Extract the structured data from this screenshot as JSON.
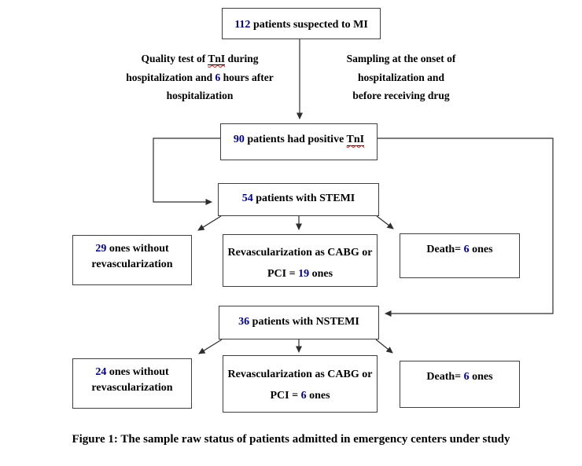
{
  "colors": {
    "number": "#00008B",
    "text": "#000000",
    "border": "#3f3f3f"
  },
  "annotations": {
    "left": {
      "line1_pre": "Quality test of ",
      "line1_tni": "TnI",
      "line1_post": " during",
      "line2_pre": "hospitalization and ",
      "line2_num": "6",
      "line2_post": " hours after",
      "line3": "hospitalization"
    },
    "right": {
      "line1": "Sampling at the onset of",
      "line2": "hospitalization and",
      "line3": "before receiving drug"
    }
  },
  "nodes": {
    "suspected": {
      "number": "112",
      "text": " patients suspected to MI"
    },
    "positive_tni": {
      "number": "90",
      "text": " patients had positive ",
      "tni": "TnI"
    },
    "stemi": {
      "number": "54",
      "text": " patients with STEMI"
    },
    "stemi_no_revasc": {
      "number": "29",
      "line1_rest": " ones without",
      "line2": "revascularization"
    },
    "stemi_revasc": {
      "line1": "Revascularization as CABG or",
      "line2_pre": "PCI = ",
      "number": "19",
      "line2_post": " ones"
    },
    "stemi_death": {
      "pre": "Death= ",
      "number": "6",
      "post": " ones"
    },
    "nstemi": {
      "number": "36",
      "text": " patients with NSTEMI"
    },
    "nstemi_no_revasc": {
      "number": "24",
      "line1_rest": " ones without",
      "line2": "revascularization"
    },
    "nstemi_revasc": {
      "line1": "Revascularization as CABG or",
      "line2_pre": "PCI = ",
      "number": "6",
      "line2_post": " ones"
    },
    "nstemi_death": {
      "pre": "Death= ",
      "number": "6",
      "post": " ones"
    }
  },
  "caption": "Figure 1: The sample raw status of patients admitted in emergency centers under study"
}
